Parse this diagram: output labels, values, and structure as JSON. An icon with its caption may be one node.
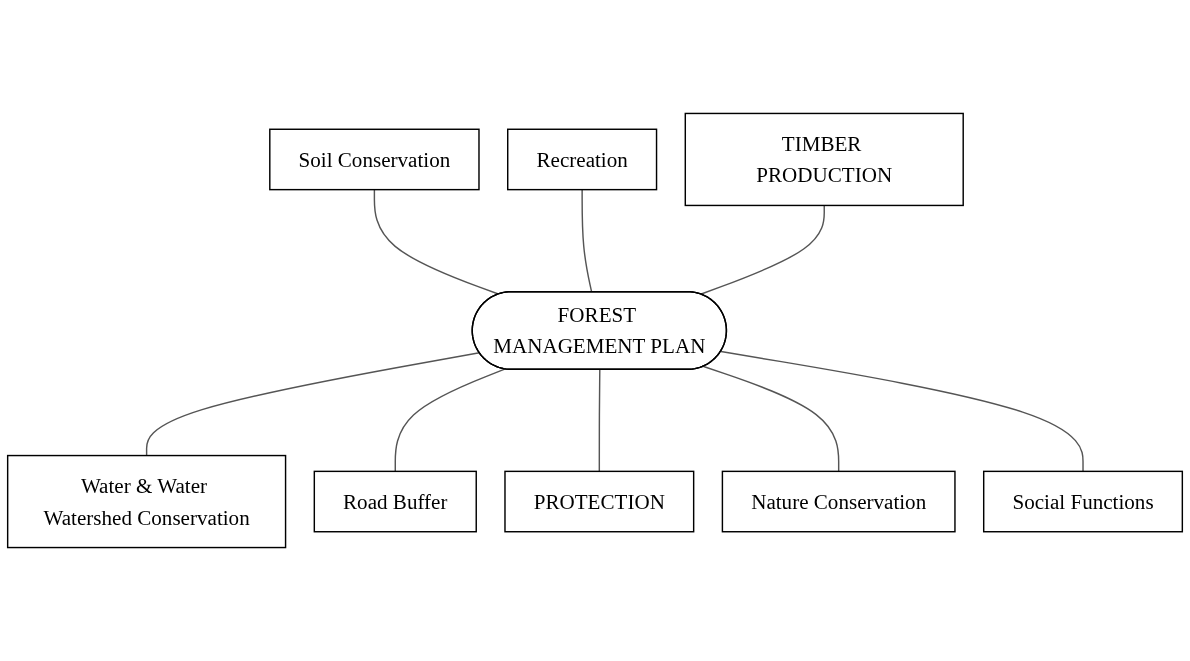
{
  "diagram": {
    "nodes": [
      {
        "text": [
          "Soil Conservation"
        ]
      },
      {
        "text": [
          "Recreation"
        ]
      },
      {
        "text": [
          "TIMBER PRODUCTION"
        ]
      },
      {
        "text": [
          "Water & Water Watershed Conservation"
        ]
      },
      {
        "text": [
          "FOREST MANAGEMENT PLAN"
        ]
      },
      {
        "text": [
          "Road Buffer"
        ]
      },
      {
        "text": [
          "PROTECTION"
        ]
      },
      {
        "text": [
          "Nature Conservation"
        ]
      },
      {
        "text": [
          "Social Functions"
        ]
      }
    ],
    "edges": [
      {
        "from": 4,
        "to": 0,
        "arrow": "none"
      },
      {
        "from": 4,
        "to": 1,
        "arrow": "none"
      },
      {
        "from": 4,
        "to": 2,
        "arrow": "none"
      },
      {
        "from": 4,
        "to": 3,
        "arrow": "none"
      },
      {
        "from": 4,
        "to": 5,
        "arrow": "none"
      },
      {
        "from": 4,
        "to": 6,
        "arrow": "none"
      },
      {
        "from": 4,
        "to": 7,
        "arrow": "none"
      },
      {
        "from": 4,
        "to": 8,
        "arrow": "none"
      }
    ]
  }
}
